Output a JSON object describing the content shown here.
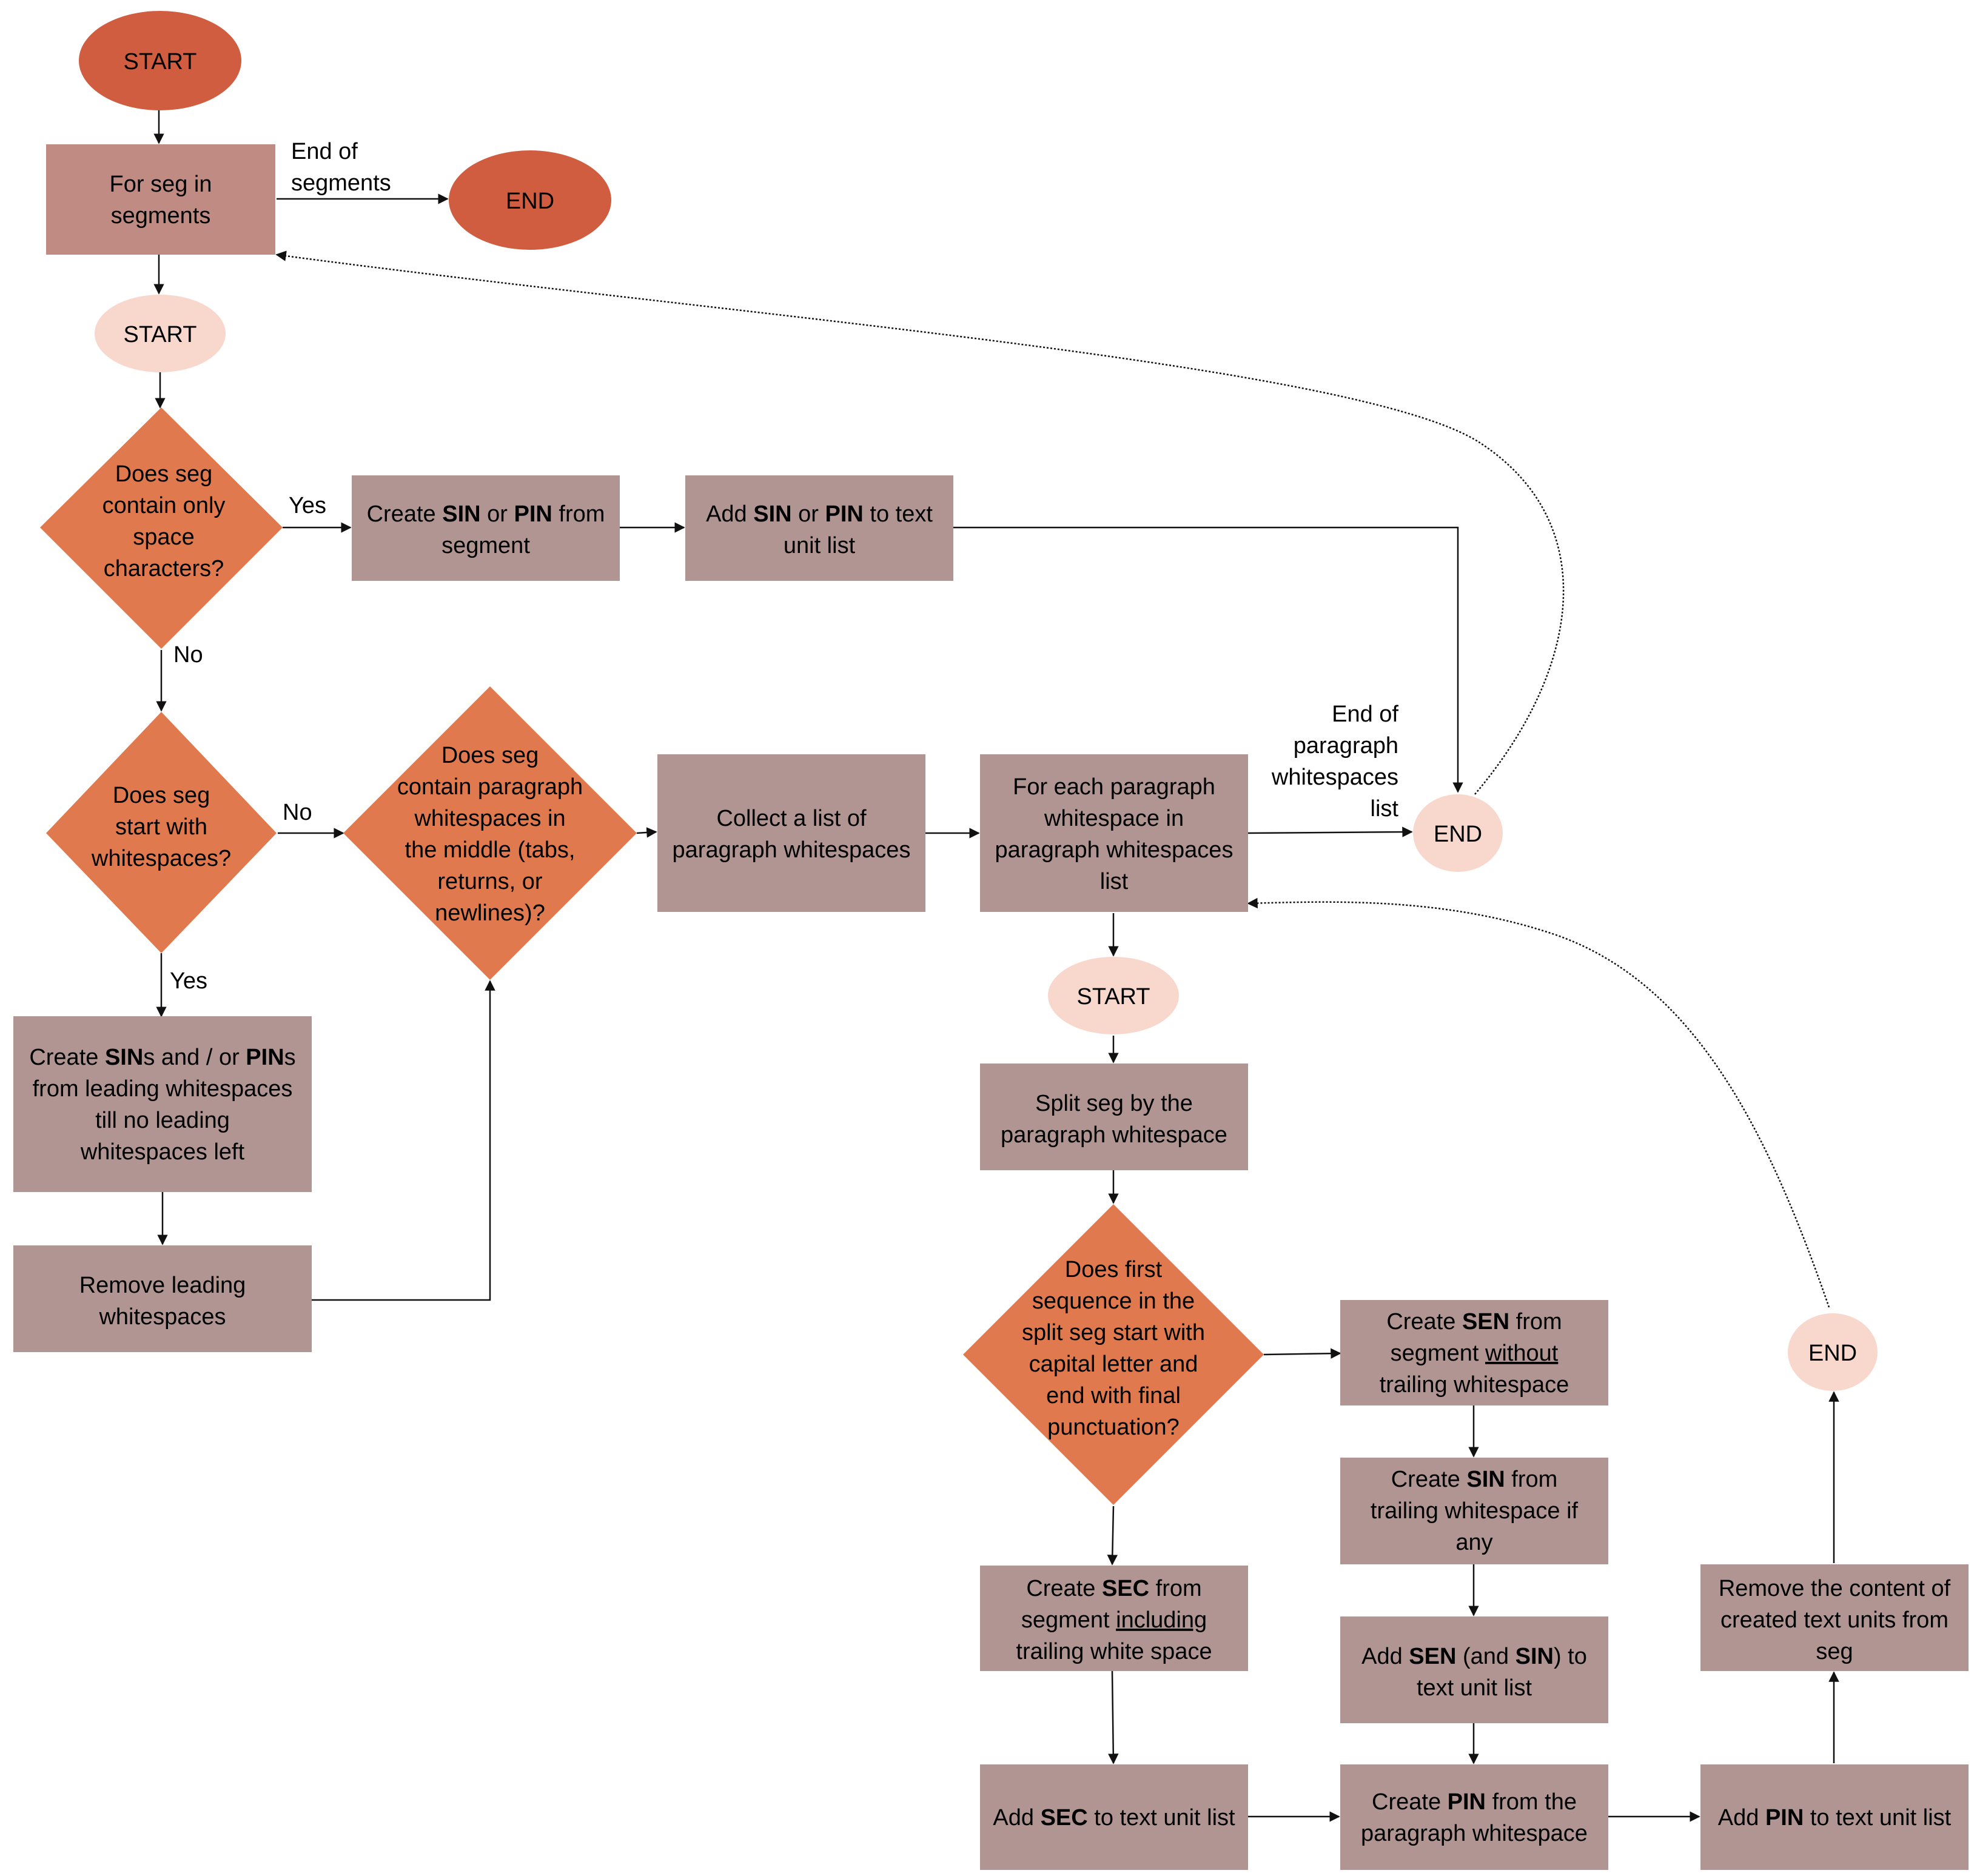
{
  "colors": {
    "terminal_main": "#d05d40",
    "terminal_sub": "#f8d8cc",
    "process": "#b19593",
    "process_top": "#bf8b82",
    "decision": "#e07a4e",
    "line": "#111111"
  },
  "nodes": {
    "start_main": "START",
    "for_seg": [
      "For seg in",
      "segments"
    ],
    "end_main": "END",
    "start_seg": "START",
    "dec_space": [
      "Does seg",
      "contain only",
      "space",
      "characters?"
    ],
    "create_sin_pin": [
      [
        "Create ",
        "SIN",
        " or ",
        "PIN",
        " from"
      ],
      [
        "segment"
      ]
    ],
    "add_sin_pin": [
      [
        "Add ",
        "SIN",
        " or ",
        "PIN",
        " to text"
      ],
      [
        "unit list"
      ]
    ],
    "dec_start_ws": [
      "Does seg",
      "start with",
      "whitespaces?"
    ],
    "dec_para_ws": [
      "Does seg",
      "contain paragraph",
      "whitespaces in",
      "the middle (tabs,",
      "returns, or",
      "newlines)?"
    ],
    "collect": [
      "Collect a list of",
      "paragraph whitespaces"
    ],
    "for_each_para": [
      "For each paragraph",
      "whitespace in",
      "paragraph whitespaces",
      "list"
    ],
    "end_seg": "END",
    "create_leading": [
      [
        "Create ",
        "SIN",
        "s and / or ",
        "PIN",
        "s"
      ],
      [
        "from leading whitespaces"
      ],
      [
        "till no leading"
      ],
      [
        "whitespaces left"
      ]
    ],
    "remove_leading": [
      "Remove leading",
      "whitespaces"
    ],
    "start_para": "START",
    "split_seg": [
      "Split seg by the",
      "paragraph whitespace"
    ],
    "dec_sentence": [
      "Does first",
      "sequence in the",
      "split seg start with",
      "capital letter and",
      "end with final",
      "punctuation?"
    ],
    "create_sen": [
      [
        "Create ",
        "SEN",
        " from"
      ],
      [
        "segment ",
        "without"
      ],
      [
        "trailing whitespace"
      ]
    ],
    "create_sin_trailing": [
      [
        "Create ",
        "SIN",
        " from"
      ],
      [
        "trailing whitespace if"
      ],
      [
        "any"
      ]
    ],
    "add_sen_sin": [
      [
        "Add ",
        "SEN",
        " (and ",
        "SIN",
        ") to"
      ],
      [
        "text unit list"
      ]
    ],
    "create_sec": [
      [
        "Create ",
        "SEC",
        " from"
      ],
      [
        "segment ",
        "including"
      ],
      [
        "trailing white space"
      ]
    ],
    "add_sec": [
      [
        "Add ",
        "SEC",
        " to text unit list"
      ]
    ],
    "create_pin": [
      [
        "Create ",
        "PIN",
        " from the"
      ],
      [
        "paragraph whitespace"
      ]
    ],
    "add_pin": [
      [
        "Add ",
        "PIN",
        " to text unit list"
      ]
    ],
    "remove_content": [
      "Remove the content of",
      "created text units from",
      "seg"
    ],
    "end_para": "END"
  },
  "edge_labels": {
    "end_of_segments": [
      "End of",
      "segments"
    ],
    "yes_space": "Yes",
    "no_space": "No",
    "no_start_ws": "No",
    "yes_start_ws": "Yes",
    "end_of_para_list": [
      "End of",
      "paragraph",
      "whitespaces",
      "list"
    ]
  }
}
